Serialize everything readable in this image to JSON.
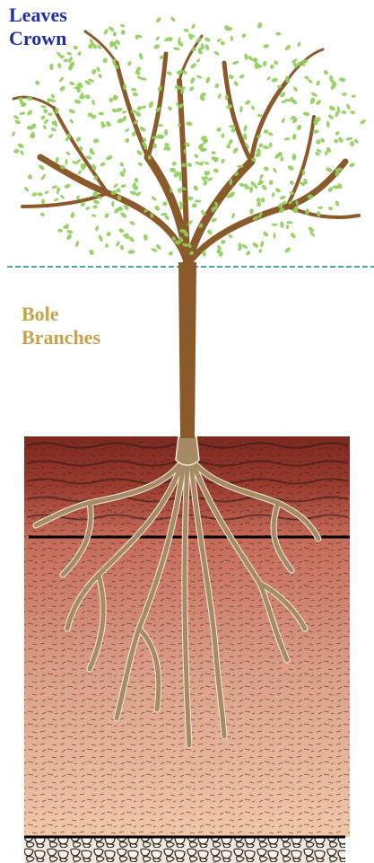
{
  "labels": {
    "leaves": "Leaves",
    "crown": "Crown",
    "bole": "Bole",
    "branches": "Branches"
  },
  "colors": {
    "label_top": "#1f2fa8",
    "label_mid": "#c9a24a",
    "trunk": "#8b5a2b",
    "leaf": "#8fce5a",
    "root": "#a68a64",
    "soil_top": "#8a2f24",
    "soil_mid": "#c66a58",
    "soil_bottom": "#f0c3a4",
    "horizon_line": "#000000",
    "ground_line": "#4aa7a0"
  }
}
